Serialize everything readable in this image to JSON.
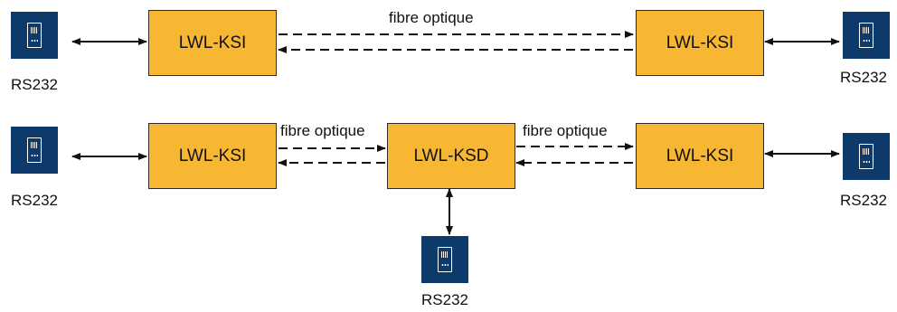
{
  "colors": {
    "module_fill": "#f7b733",
    "device_fill": "#0e3a6b",
    "line": "#111111"
  },
  "icons": {
    "device": "serial-device-icon"
  },
  "row1": {
    "left_module": "LWL-KSI",
    "right_module": "LWL-KSI",
    "fibre_label": "fibre optique",
    "left_device_label": "RS232",
    "right_device_label": "RS232"
  },
  "row2": {
    "left_module": "LWL-KSI",
    "center_module": "LWL-KSD",
    "right_module": "LWL-KSI",
    "fibre_label_left": "fibre optique",
    "fibre_label_right": "fibre optique",
    "left_device_label": "RS232",
    "right_device_label": "RS232",
    "bottom_device_label": "RS232"
  }
}
